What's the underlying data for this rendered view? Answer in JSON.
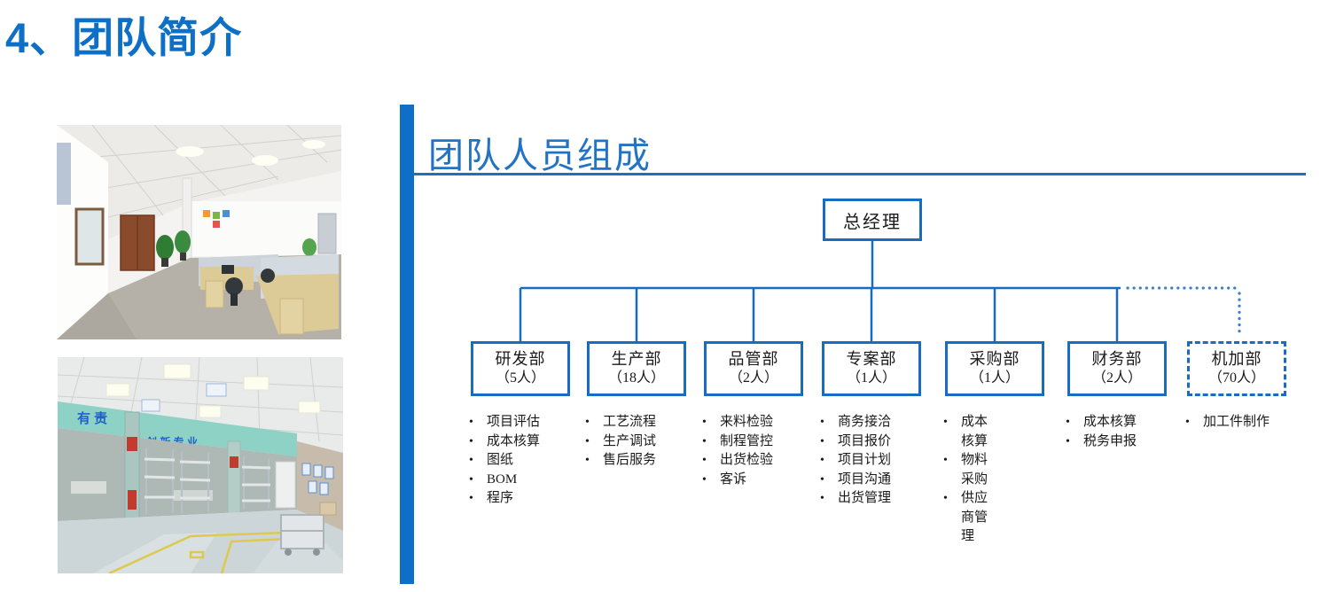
{
  "slide": {
    "title": "4、团队简介",
    "section_heading": "团队人员组成"
  },
  "photos": [
    {
      "key": "office-interior",
      "description": "办公区实景照片"
    },
    {
      "key": "workshop-interior",
      "description": "车间实景照片",
      "banner_left": "有  责",
      "banner_right": "创 新 专 业"
    }
  ],
  "org_chart": {
    "root": {
      "label": "总经理"
    },
    "departments": [
      {
        "key": "rnd",
        "name": "研发部",
        "headcount": "（5人）",
        "style": "solid",
        "duties": [
          "项目评估",
          "成本核算",
          "图纸",
          "BOM",
          "程序"
        ]
      },
      {
        "key": "production",
        "name": "生产部",
        "headcount": "（18人）",
        "style": "solid",
        "duties": [
          "工艺流程",
          "生产调试",
          "售后服务"
        ]
      },
      {
        "key": "quality",
        "name": "品管部",
        "headcount": "（2人）",
        "style": "solid",
        "duties": [
          "来料检验",
          "制程管控",
          "出货检验",
          "客诉"
        ]
      },
      {
        "key": "project",
        "name": "专案部",
        "headcount": "（1人）",
        "style": "solid",
        "duties": [
          "商务接洽",
          "项目报价",
          "项目计划",
          "项目沟通",
          "出货管理"
        ]
      },
      {
        "key": "purchasing",
        "name": "采购部",
        "headcount": "（1人）",
        "style": "solid",
        "duties": [
          "成本核算",
          "物料采购",
          "供应商管理"
        ]
      },
      {
        "key": "finance",
        "name": "财务部",
        "headcount": "（2人）",
        "style": "solid",
        "duties": [
          "成本核算",
          "税务申报"
        ]
      },
      {
        "key": "machining",
        "name": "机加部",
        "headcount": "（70人）",
        "style": "dashed",
        "duties": [
          "加工件制作"
        ]
      }
    ]
  },
  "colors": {
    "primary_blue": "#0d6fc5",
    "line_blue": "#1a6cc0",
    "heading_blue": "#2273c3",
    "dotted_blue": "#3f7fc4",
    "text_black": "#1a1a1a"
  }
}
